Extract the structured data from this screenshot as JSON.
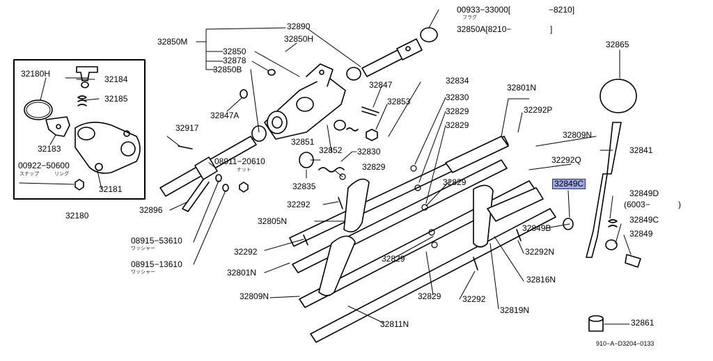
{
  "colors": {
    "ink": "#000000",
    "highlight": "#9aa8e6",
    "background": "#ffffff"
  },
  "labels": {
    "p00933_33000": "00933−33000[",
    "p8210_end": "−8210]",
    "furagu": "フラグ",
    "p32850A": "32850A[8210−",
    "p32850A_end": "]",
    "p32890": "32890",
    "p32850H_top": "32850H",
    "p32850M": "32850M",
    "p32850": "32850",
    "p32878": "32878",
    "p32850B": "32850B",
    "p32865": "32865",
    "p32180H": "32180H",
    "p32184": "32184",
    "p32185": "32185",
    "p32183": "32183",
    "p00922_50600": "00922−50600",
    "sunappu": "スナップ",
    "ringu": "リング",
    "p32181": "32181",
    "p32180": "32180",
    "p32847": "32847",
    "p32847A": "32847A",
    "p32853": "32853",
    "p32834": "32834",
    "p32830_a": "32830",
    "p32829_a": "32829",
    "p32829_b": "32829",
    "p32801N_top": "32801N",
    "p32292P": "32292P",
    "p32917": "32917",
    "p32851": "32851",
    "p32852": "32852",
    "p32830_b": "−32830",
    "p08911_20610": "08911−20610",
    "natto": "ナット",
    "p32829_c": "32829",
    "p32835": "32835",
    "p32809N_top": "32809N",
    "p32292Q": "32292Q",
    "p32841": "32841",
    "p32849C_hl": "32849C",
    "p32829_d": "32829",
    "p32849D": "32849D",
    "p6003": "(6003−",
    "p6003_end": ")",
    "p32896": "32896",
    "p32292_a": "32292",
    "p32805N": "32805N",
    "p32849B": "32849B",
    "p32849C": "32849C",
    "p32849": "32849",
    "p08915_53610": "08915−53610",
    "wassha_1": "ワッシャー",
    "p32292_b": "32292",
    "p32292N": "32292N",
    "p08915_13610": "08915−13610",
    "wassha_2": "ワッシャー",
    "p32829_e": "32829",
    "p32816N": "32816N",
    "p32801N_bottom": "32801N",
    "p32809N_bottom": "32809N",
    "p32829_f": "32829",
    "p32292_c": "32292",
    "p32819N": "32819N",
    "p32811N": "32811N",
    "p32861": "32861",
    "diagram_code": "910−A−D3204−0133"
  }
}
